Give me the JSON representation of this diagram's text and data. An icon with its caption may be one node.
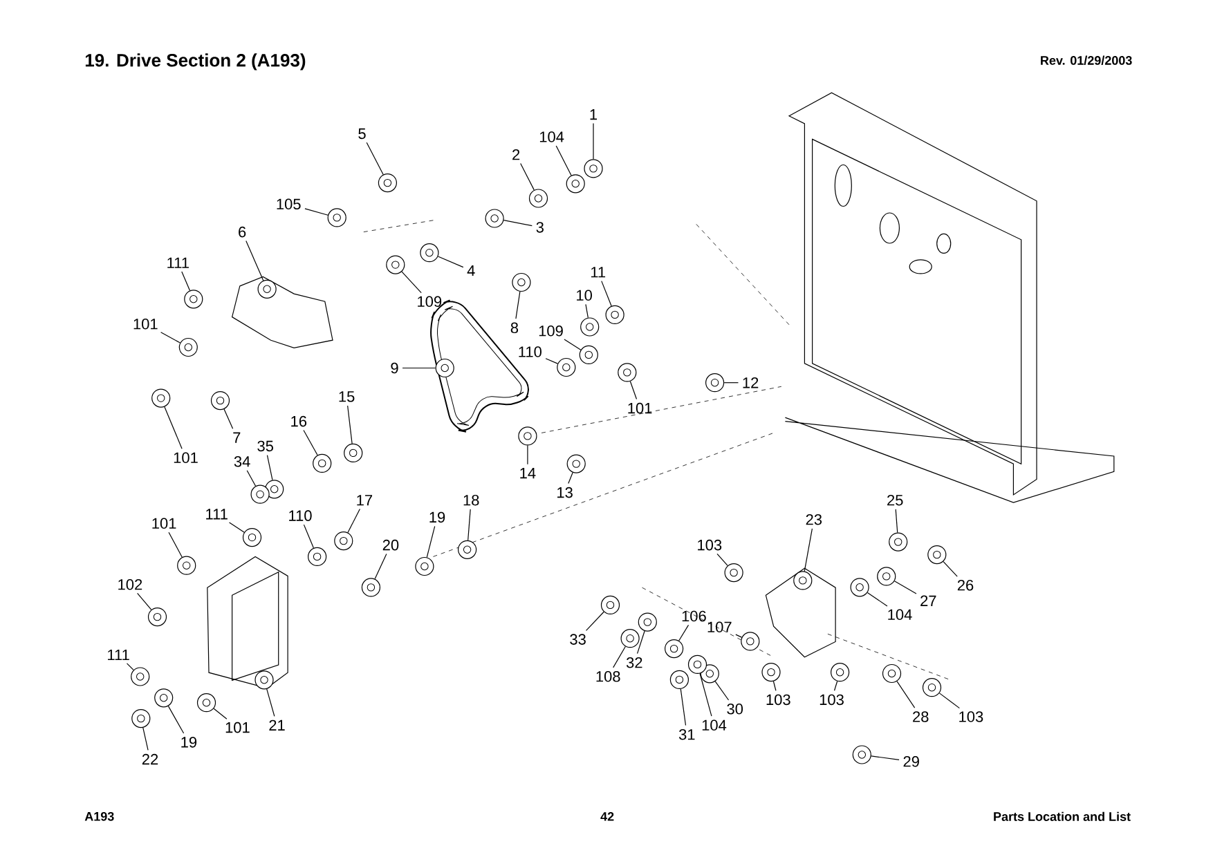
{
  "diagram": {
    "title": "19. Drive Section 2 (A193)",
    "nodes": [
      {
        "text": [
          "1"
        ]
      },
      {
        "text": [
          "104"
        ]
      },
      {
        "text": [
          "2"
        ]
      },
      {
        "text": [
          "5"
        ]
      },
      {
        "text": [
          "105"
        ]
      },
      {
        "text": [
          "3"
        ]
      },
      {
        "text": [
          "6"
        ]
      },
      {
        "text": [
          "111"
        ]
      },
      {
        "text": [
          "4"
        ]
      },
      {
        "text": [
          "109"
        ]
      },
      {
        "text": [
          "8"
        ]
      },
      {
        "text": [
          "11"
        ]
      },
      {
        "text": [
          "10"
        ]
      },
      {
        "text": [
          "109"
        ]
      },
      {
        "text": [
          "101"
        ]
      },
      {
        "text": [
          "9"
        ]
      },
      {
        "text": [
          "110"
        ]
      },
      {
        "text": [
          "12"
        ]
      },
      {
        "text": [
          "101"
        ]
      },
      {
        "text": [
          "101"
        ]
      },
      {
        "text": [
          "7"
        ]
      },
      {
        "text": [
          "15"
        ]
      },
      {
        "text": [
          "16"
        ]
      },
      {
        "text": [
          "35"
        ]
      },
      {
        "text": [
          "34"
        ]
      },
      {
        "text": [
          "14"
        ]
      },
      {
        "text": [
          "13"
        ]
      },
      {
        "text": [
          "17"
        ]
      },
      {
        "text": [
          "18"
        ]
      },
      {
        "text": [
          "19"
        ]
      },
      {
        "text": [
          "110"
        ]
      },
      {
        "text": [
          "111"
        ]
      },
      {
        "text": [
          "101"
        ]
      },
      {
        "text": [
          "20"
        ]
      },
      {
        "text": [
          "23"
        ]
      },
      {
        "text": [
          "25"
        ]
      },
      {
        "text": [
          "103"
        ]
      },
      {
        "text": [
          "26"
        ]
      },
      {
        "text": [
          "27"
        ]
      },
      {
        "text": [
          "104"
        ]
      },
      {
        "text": [
          "102"
        ]
      },
      {
        "text": [
          "33"
        ]
      },
      {
        "text": [
          "106"
        ]
      },
      {
        "text": [
          "107"
        ]
      },
      {
        "text": [
          "32"
        ]
      },
      {
        "text": [
          "108"
        ]
      },
      {
        "text": [
          "111"
        ]
      },
      {
        "text": [
          "30"
        ]
      },
      {
        "text": [
          "104"
        ]
      },
      {
        "text": [
          "31"
        ]
      },
      {
        "text": [
          "103"
        ]
      },
      {
        "text": [
          "103"
        ]
      },
      {
        "text": [
          "28"
        ]
      },
      {
        "text": [
          "103"
        ]
      },
      {
        "text": [
          "29"
        ]
      },
      {
        "text": [
          "101"
        ]
      },
      {
        "text": [
          "21"
        ]
      },
      {
        "text": [
          "19"
        ]
      },
      {
        "text": [
          "22"
        ]
      },
      {
        "text": [],
        "shape": "circle"
      },
      {
        "text": [],
        "shape": "circle"
      },
      {
        "text": [],
        "shape": "circle"
      },
      {
        "text": [],
        "shape": "circle"
      },
      {
        "text": [],
        "shape": "circle"
      },
      {
        "text": [],
        "shape": "circle"
      },
      {
        "text": [],
        "shape": "circle"
      },
      {
        "text": [],
        "shape": "circle"
      },
      {
        "text": [],
        "shape": "circle"
      },
      {
        "text": [],
        "shape": "circle"
      },
      {
        "text": [],
        "shape": "circle"
      },
      {
        "text": [],
        "shape": "circle"
      },
      {
        "text": [],
        "shape": "circle"
      },
      {
        "text": [],
        "shape": "circle"
      },
      {
        "text": [],
        "shape": "circle"
      },
      {
        "text": [],
        "shape": "circle"
      },
      {
        "text": [],
        "shape": "circle"
      },
      {
        "text": [],
        "shape": "circle"
      },
      {
        "text": [],
        "shape": "circle"
      },
      {
        "text": [],
        "shape": "circle"
      },
      {
        "text": [],
        "shape": "circle"
      },
      {
        "text": [],
        "shape": "circle"
      },
      {
        "text": [],
        "shape": "circle"
      },
      {
        "text": [],
        "shape": "circle"
      },
      {
        "text": [],
        "shape": "circle"
      },
      {
        "text": [],
        "shape": "circle"
      },
      {
        "text": [],
        "shape": "circle"
      },
      {
        "text": [],
        "shape": "circle"
      },
      {
        "text": [],
        "shape": "circle"
      },
      {
        "text": [],
        "shape": "circle"
      },
      {
        "text": [],
        "shape": "circle"
      },
      {
        "text": [],
        "shape": "circle"
      },
      {
        "text": [],
        "shape": "circle"
      },
      {
        "text": [],
        "shape": "circle"
      },
      {
        "text": [],
        "shape": "circle"
      },
      {
        "text": [],
        "shape": "circle"
      },
      {
        "text": [],
        "shape": "circle"
      },
      {
        "text": [],
        "shape": "circle"
      },
      {
        "text": [],
        "shape": "circle"
      },
      {
        "text": [],
        "shape": "circle"
      },
      {
        "text": [],
        "shape": "circle"
      },
      {
        "text": [],
        "shape": "circle"
      },
      {
        "text": [],
        "shape": "circle"
      },
      {
        "text": [],
        "shape": "circle"
      },
      {
        "text": [],
        "shape": "circle"
      },
      {
        "text": [],
        "shape": "circle"
      },
      {
        "text": [],
        "shape": "circle"
      },
      {
        "text": [],
        "shape": "circle"
      },
      {
        "text": [],
        "shape": "circle"
      },
      {
        "text": [],
        "shape": "circle"
      },
      {
        "text": [],
        "shape": "circle"
      },
      {
        "text": [],
        "shape": "circle"
      },
      {
        "text": [],
        "shape": "circle"
      },
      {
        "text": [],
        "shape": "circle"
      },
      {
        "text": [],
        "shape": "circle"
      },
      {
        "text": [],
        "shape": "circle"
      },
      {
        "text": [],
        "shape": "circle"
      },
      {
        "text": [],
        "shape": "circle"
      },
      {
        "text": [],
        "shape": "circle"
      }
    ],
    "edges": [
      {
        "from": 0,
        "to": 59,
        "arrow": "none"
      },
      {
        "from": 1,
        "to": 60,
        "arrow": "none"
      },
      {
        "from": 2,
        "to": 61,
        "arrow": "none"
      },
      {
        "from": 3,
        "to": 62,
        "arrow": "none"
      },
      {
        "from": 4,
        "to": 63,
        "arrow": "none"
      },
      {
        "from": 5,
        "to": 64,
        "arrow": "none"
      },
      {
        "from": 6,
        "to": 65,
        "arrow": "none"
      },
      {
        "from": 7,
        "to": 66,
        "arrow": "none"
      },
      {
        "from": 8,
        "to": 67,
        "arrow": "none"
      },
      {
        "from": 9,
        "to": 68,
        "arrow": "none"
      },
      {
        "from": 10,
        "to": 69,
        "arrow": "none"
      },
      {
        "from": 11,
        "to": 70,
        "arrow": "none"
      },
      {
        "from": 12,
        "to": 71,
        "arrow": "none"
      },
      {
        "from": 13,
        "to": 72,
        "arrow": "none"
      },
      {
        "from": 14,
        "to": 73,
        "arrow": "none"
      },
      {
        "from": 15,
        "to": 74,
        "arrow": "none"
      },
      {
        "from": 16,
        "to": 75,
        "arrow": "none"
      },
      {
        "from": 17,
        "to": 76,
        "arrow": "none"
      },
      {
        "from": 18,
        "to": 77,
        "arrow": "none"
      },
      {
        "from": 19,
        "to": 78,
        "arrow": "none"
      },
      {
        "from": 20,
        "to": 79,
        "arrow": "none"
      },
      {
        "from": 21,
        "to": 80,
        "arrow": "none"
      },
      {
        "from": 22,
        "to": 81,
        "arrow": "none"
      },
      {
        "from": 23,
        "to": 82,
        "arrow": "none"
      },
      {
        "from": 24,
        "to": 83,
        "arrow": "none"
      },
      {
        "from": 25,
        "to": 84,
        "arrow": "none"
      },
      {
        "from": 26,
        "to": 85,
        "arrow": "none"
      },
      {
        "from": 27,
        "to": 86,
        "arrow": "none"
      },
      {
        "from": 28,
        "to": 87,
        "arrow": "none"
      },
      {
        "from": 29,
        "to": 88,
        "arrow": "none"
      },
      {
        "from": 30,
        "to": 89,
        "arrow": "none"
      },
      {
        "from": 31,
        "to": 90,
        "arrow": "none"
      },
      {
        "from": 32,
        "to": 91,
        "arrow": "none"
      },
      {
        "from": 33,
        "to": 92,
        "arrow": "none"
      },
      {
        "from": 34,
        "to": 93,
        "arrow": "none"
      },
      {
        "from": 35,
        "to": 94,
        "arrow": "none"
      },
      {
        "from": 36,
        "to": 95,
        "arrow": "none"
      },
      {
        "from": 37,
        "to": 96,
        "arrow": "none"
      },
      {
        "from": 38,
        "to": 97,
        "arrow": "none"
      },
      {
        "from": 39,
        "to": 98,
        "arrow": "none"
      },
      {
        "from": 40,
        "to": 99,
        "arrow": "none"
      },
      {
        "from": 41,
        "to": 100,
        "arrow": "none"
      },
      {
        "from": 42,
        "to": 101,
        "arrow": "none"
      },
      {
        "from": 43,
        "to": 102,
        "arrow": "none"
      },
      {
        "from": 44,
        "to": 103,
        "arrow": "none"
      },
      {
        "from": 45,
        "to": 104,
        "arrow": "none"
      },
      {
        "from": 46,
        "to": 105,
        "arrow": "none"
      },
      {
        "from": 47,
        "to": 106,
        "arrow": "none"
      },
      {
        "from": 48,
        "to": 107,
        "arrow": "none"
      },
      {
        "from": 49,
        "to": 108,
        "arrow": "none"
      },
      {
        "from": 50,
        "to": 109,
        "arrow": "none"
      },
      {
        "from": 51,
        "to": 110,
        "arrow": "none"
      },
      {
        "from": 52,
        "to": 111,
        "arrow": "none"
      },
      {
        "from": 53,
        "to": 112,
        "arrow": "none"
      },
      {
        "from": 54,
        "to": 113,
        "arrow": "none"
      },
      {
        "from": 55,
        "to": 114,
        "arrow": "none"
      },
      {
        "from": 56,
        "to": 115,
        "arrow": "none"
      },
      {
        "from": 57,
        "to": 116,
        "arrow": "none"
      },
      {
        "from": 58,
        "to": 117,
        "arrow": "none"
      }
    ],
    "labels": [
      "Rev. 01/29/2003",
      "A193",
      "42",
      "Parts Location and List"
    ]
  }
}
